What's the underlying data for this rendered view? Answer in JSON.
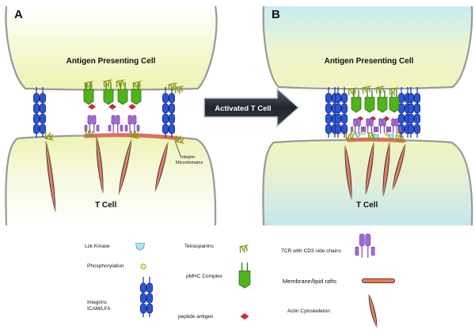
{
  "panels": {
    "a": {
      "letter": "A",
      "apc_label": "Antigen Presenting Cell",
      "tcell_label": "T Cell",
      "microdomain_label_1": "Integrin",
      "microdomain_label_2": "Microdomains"
    },
    "b": {
      "letter": "B",
      "apc_label": "Antigen Presenting Cell",
      "tcell_label": "T Cell"
    }
  },
  "arrow": {
    "label": "Activated T Cell"
  },
  "legend": {
    "lck": "Lck Kinase",
    "phospho": "Phosphorylation",
    "integrins_1": "Integrins",
    "integrins_2": "ICAM/LFA",
    "tetraspanins": "Tetraspanins",
    "pmhc": "pMHC Complex",
    "peptide": "peptide antigen",
    "tcr": "TCR with CD3 side chains",
    "membrane": "Membrane/lipid rafts",
    "actin": "Actin Cytoskeleton"
  },
  "colors": {
    "integrin": "#2b55d6",
    "pmhc": "#4fb31a",
    "tcr": "#a46ad8",
    "tetraspanin": "#a7b23a",
    "peptide": "#d9262b",
    "raft": "#e07e5a",
    "lck": "#aee8ee",
    "phospho": "#f2f285",
    "apc_fill": "#f4f8cf",
    "membrane": "#9a9a9a"
  }
}
